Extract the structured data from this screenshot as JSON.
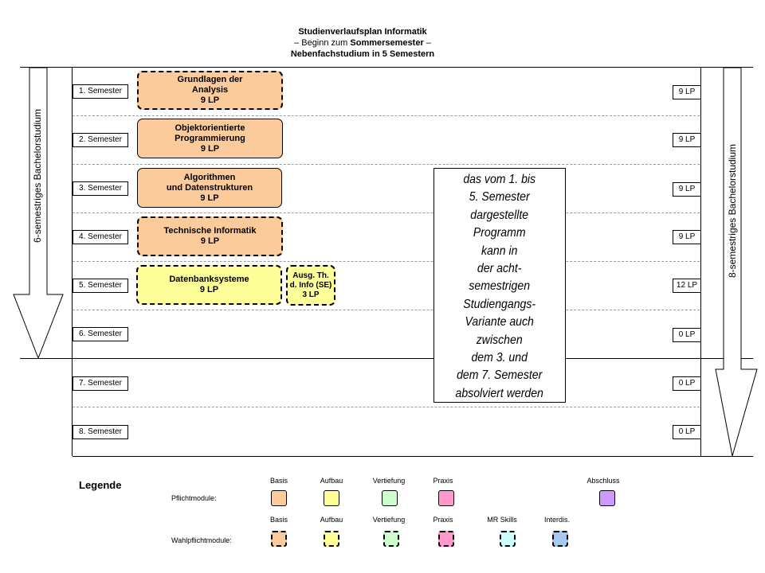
{
  "title": {
    "line1": "Studienverlaufsplan Informatik",
    "line2_prefix": "– Beginn zum ",
    "line2_bold": "Sommersemester",
    "line2_suffix": " –",
    "line3": "Nebenfachstudium in 5 Semestern"
  },
  "left_arrow_label": "6-semestriges Bachelorstudium",
  "right_arrow_label": "8-semestriges Bachelorstudium",
  "semesters": [
    {
      "label": "1. Semester",
      "lp": "9 LP"
    },
    {
      "label": "2. Semester",
      "lp": "9 LP"
    },
    {
      "label": "3. Semester",
      "lp": "9 LP"
    },
    {
      "label": "4. Semester",
      "lp": "9 LP"
    },
    {
      "label": "5. Semester",
      "lp": "12 LP"
    },
    {
      "label": "6. Semester",
      "lp": "0 LP"
    },
    {
      "label": "7. Semester",
      "lp": "0 LP"
    },
    {
      "label": "8. Semester",
      "lp": "0 LP"
    }
  ],
  "modules": [
    {
      "line1": "Grundlagen der",
      "line2": "Analysis",
      "lp": "9 LP",
      "type": "Basis",
      "kind": "Wahlpflicht",
      "color": "#fbcb9c"
    },
    {
      "line1": "Objektorientierte",
      "line2": "Programmierung",
      "lp": "9 LP",
      "type": "Basis",
      "kind": "Pflicht",
      "color": "#fbcb9c"
    },
    {
      "line1": "Algorithmen",
      "line2": "und Datenstrukturen",
      "lp": "9 LP",
      "type": "Basis",
      "kind": "Pflicht",
      "color": "#fbcb9c"
    },
    {
      "line1": "Technische Informatik",
      "lp": "9 LP",
      "type": "Basis",
      "kind": "Wahlpflicht",
      "color": "#fbcb9c"
    },
    {
      "line1": "Datenbanksysteme",
      "lp": "9 LP",
      "type": "Aufbau",
      "kind": "Wahlpflicht",
      "color": "#ffff99"
    },
    {
      "line1": "Ausg. Th.",
      "line2": "d. Info (SE)",
      "lp": "3 LP",
      "type": "Aufbau",
      "kind": "Wahlpflicht",
      "color": "#ffff99"
    }
  ],
  "note_lines": [
    "das vom 1. bis",
    "5. Semester",
    "dargestellte",
    "Programm",
    "kann in",
    "der acht-",
    "semestrigen",
    "Studiengangs-",
    "Variante auch",
    "zwischen",
    "dem 3. und",
    "dem 7. Semester",
    "absolviert werden"
  ],
  "legend": {
    "title": "Legende",
    "pflicht_label": "Pflichtmodule:",
    "wahlpflicht_label": "Wahlpflichtmodule:",
    "pflicht_items": [
      {
        "name": "Basis",
        "color": "#fbcb9c"
      },
      {
        "name": "Aufbau",
        "color": "#ffff99"
      },
      {
        "name": "Vertiefung",
        "color": "#ccffcc"
      },
      {
        "name": "Praxis",
        "color": "#ff99cc"
      },
      {
        "name": "Abschluss",
        "color": "#cc99ff"
      }
    ],
    "wahlpflicht_items": [
      {
        "name": "Basis",
        "color": "#fbcb9c"
      },
      {
        "name": "Aufbau",
        "color": "#ffff99"
      },
      {
        "name": "Vertiefung",
        "color": "#ccffcc"
      },
      {
        "name": "Praxis",
        "color": "#ff99cc"
      },
      {
        "name": "MR Skills",
        "color": "#ccffff"
      },
      {
        "name": "Interdis.",
        "color": "#a6c9ec"
      }
    ]
  }
}
